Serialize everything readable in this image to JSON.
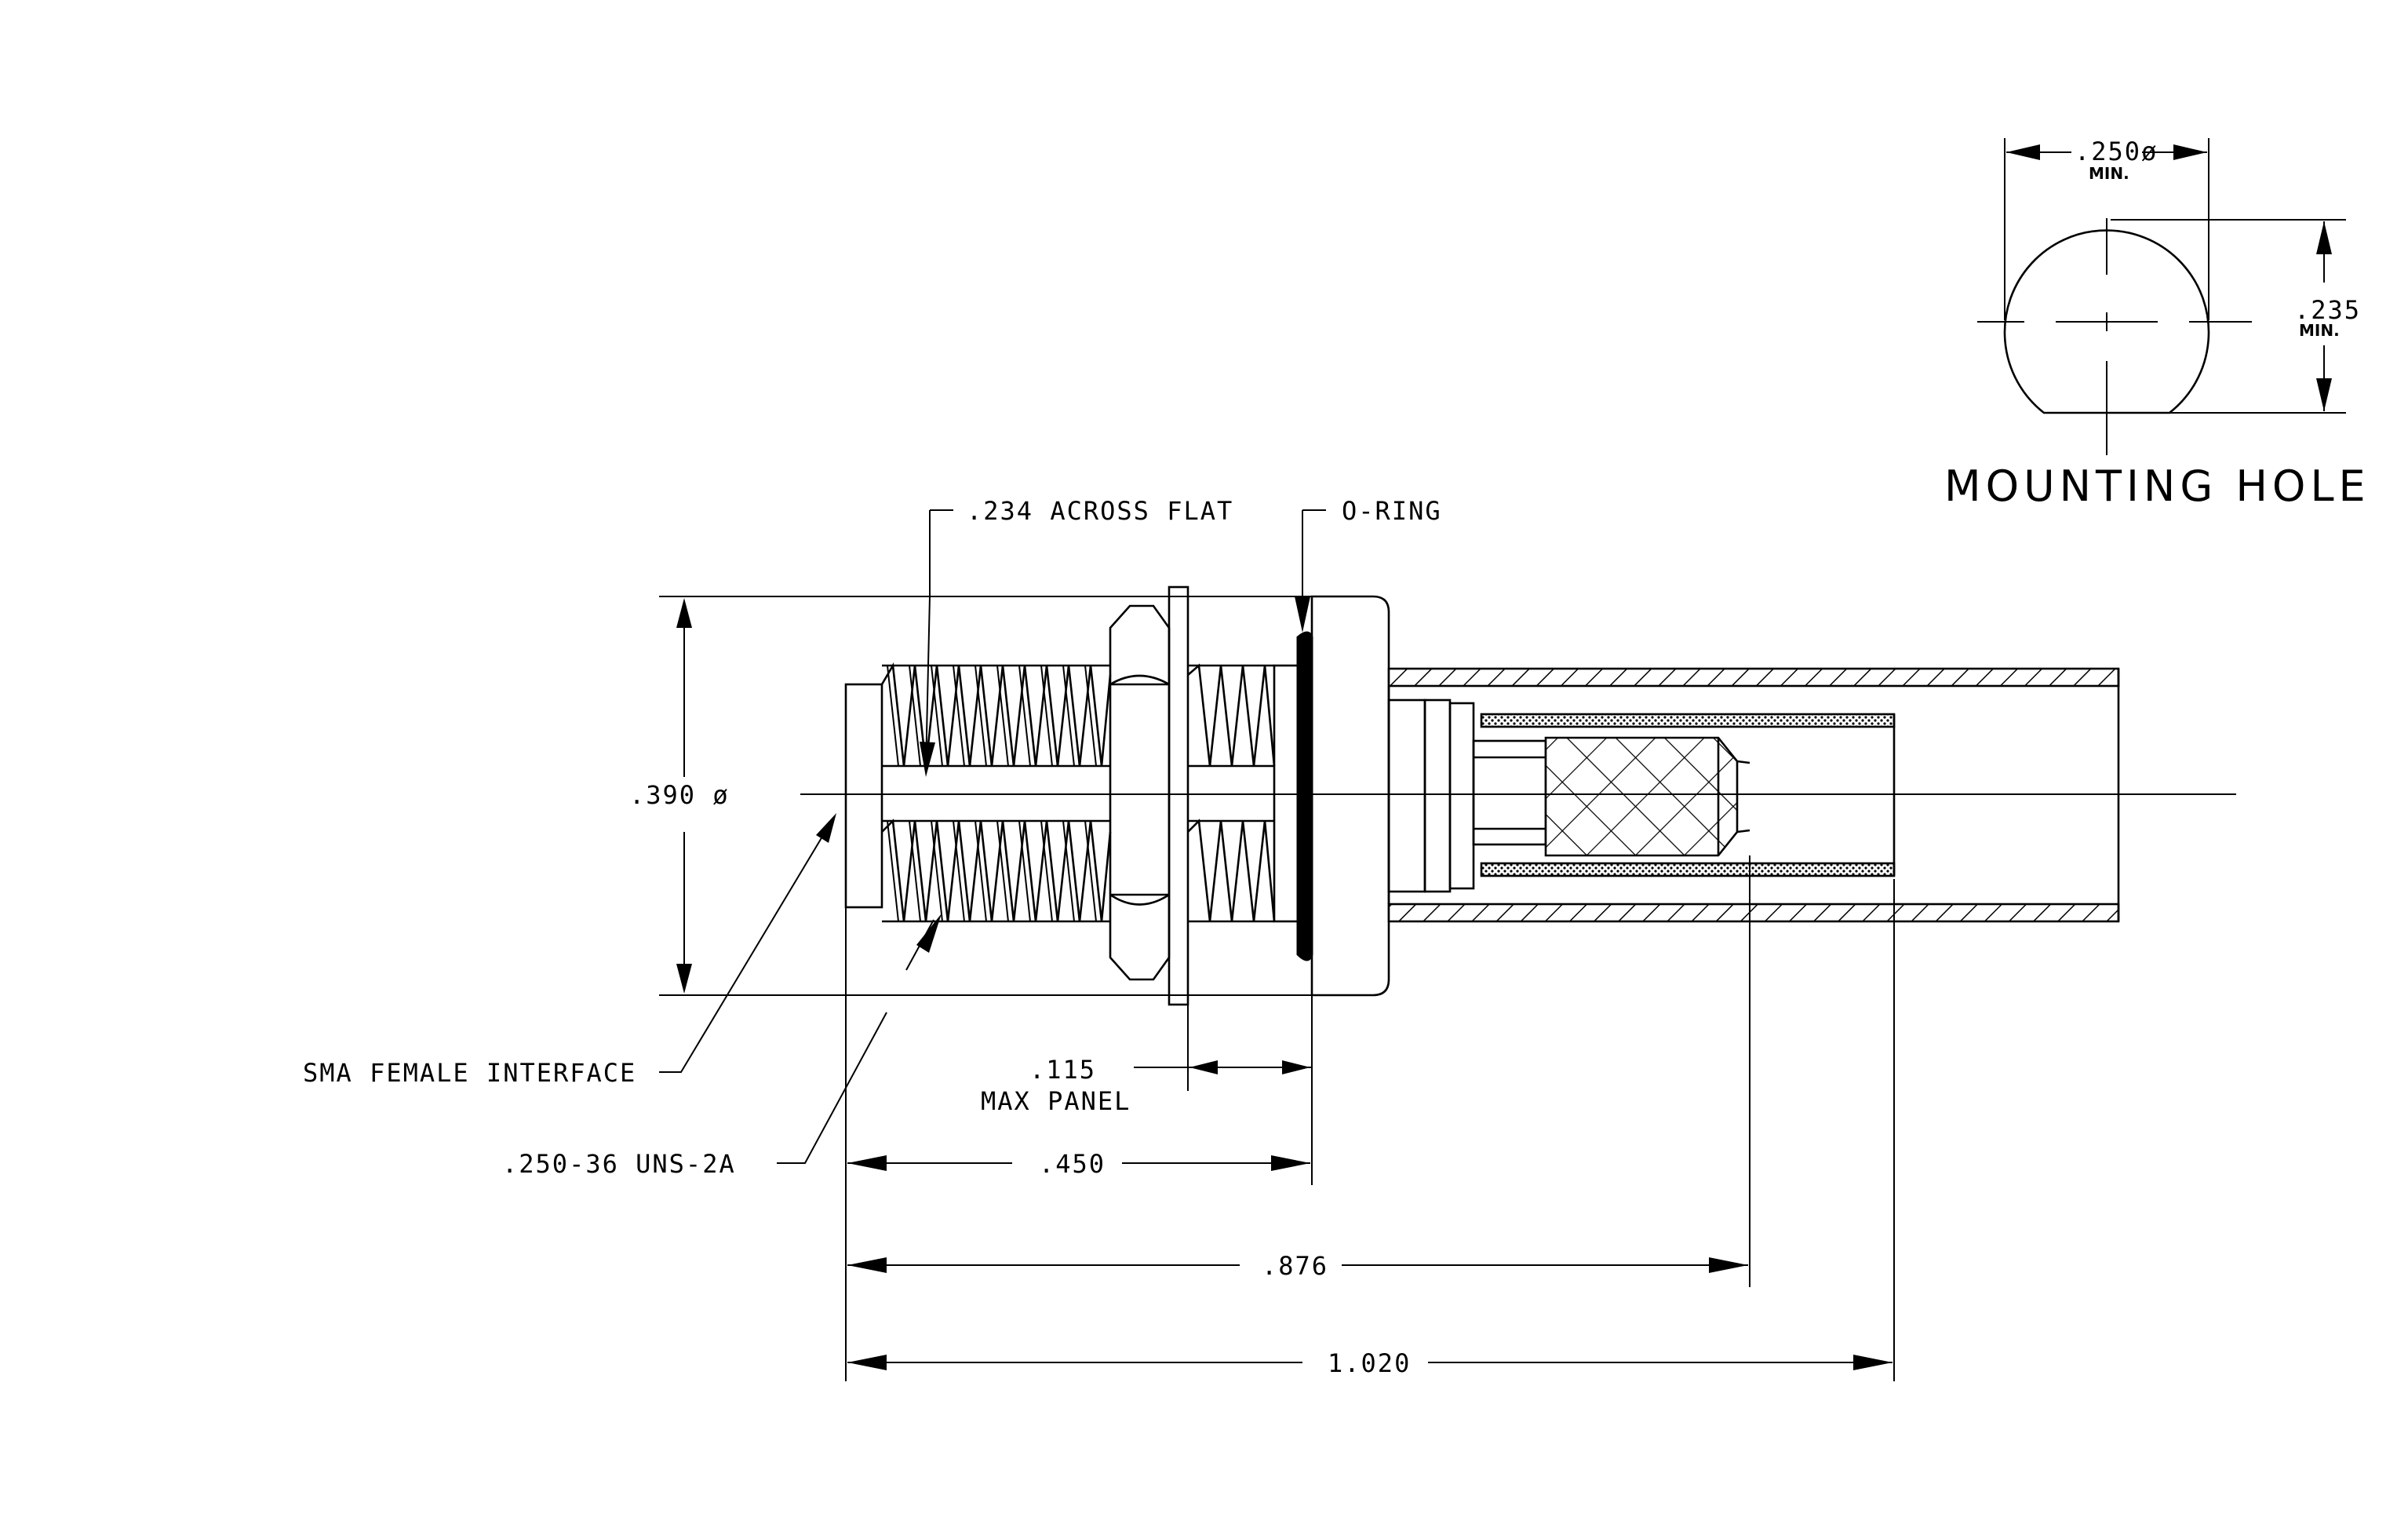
{
  "labels": {
    "across_flat": ".234 ACROSS FLAT",
    "o_ring": "O-RING",
    "diameter_390": ".390 ø",
    "sma_female": "SMA FEMALE INTERFACE",
    "thread": ".250-36 UNS-2A",
    "panel_value": ".115",
    "panel_label": "MAX PANEL",
    "dim_450": ".450",
    "dim_876": ".876",
    "dim_1020": "1.020"
  },
  "mounting_hole": {
    "title": "MOUNTING HOLE",
    "width_value": ".250ø",
    "width_note": "MIN.",
    "height_value": ".235",
    "height_note": "MIN."
  }
}
